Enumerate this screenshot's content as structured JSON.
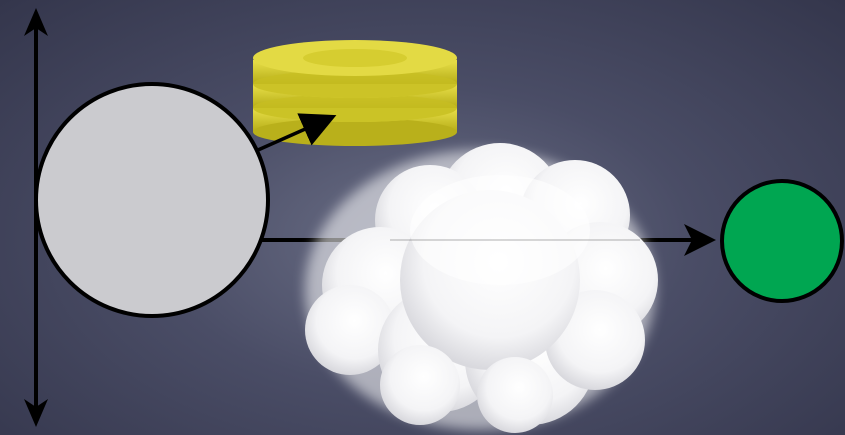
{
  "diagram": {
    "colors": {
      "background_center": "#6b6f86",
      "background_edge": "#34364c",
      "large_circle": "#cbcbcf",
      "small_circle": "#00a651",
      "coin": "#d8cf2a",
      "cloud": "#ffffff",
      "arrow": "#000000"
    },
    "nodes": [
      {
        "id": "large-circle",
        "shape": "circle"
      },
      {
        "id": "green-circle",
        "shape": "circle"
      },
      {
        "id": "coin-stack",
        "shape": "stack-of-coins",
        "count": 3
      },
      {
        "id": "cloud",
        "shape": "cloud"
      }
    ],
    "edges": [
      {
        "from": "large-circle",
        "to": "green-circle",
        "style": "arrow"
      },
      {
        "from": "large-circle",
        "to": "coin-stack",
        "style": "arrow"
      }
    ],
    "axis": {
      "orientation": "vertical",
      "arrowheads": "both"
    }
  }
}
